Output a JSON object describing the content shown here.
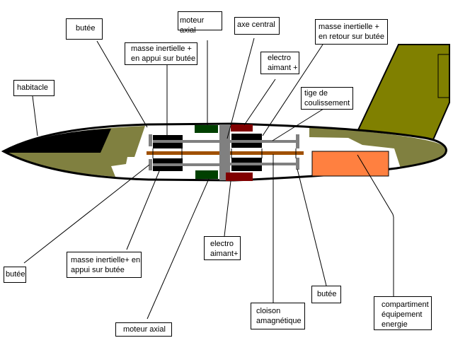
{
  "title": "Schéma de propulsion inertielle — vue en coupe",
  "colors": {
    "hull_outline": "#000000",
    "cockpit": "#000000",
    "hull_fill": "#808040",
    "tail_fin": "#808000",
    "axial_motor": "#004000",
    "electromagnet": "#800000",
    "inertial_mass": "#000000",
    "slide_rod": "#808080",
    "central_axis": "#a05000",
    "partition": "#808080",
    "stop": "#808080",
    "energy_compartment": "#ff8040"
  },
  "labels": {
    "habitacle": "habitacle",
    "butee_top": "butée",
    "masse_appui_top": "masse inertielle +\nen appui sur butée",
    "moteur_axial_top": "moteur axial",
    "axe_central": "axe central",
    "electro_aimant_top": "electro\naimant +",
    "masse_retour": "masse inertielle +\nen retour sur butée",
    "tige_coulissement": "tige de\ncoulissement",
    "butee_bottom_left": "butée",
    "masse_appui_bottom": "masse inertielle+ en\nappui sur butée",
    "electro_aimant_bottom": "electro\naimant+",
    "moteur_axial_bottom": "moteur axial",
    "cloison": "cloison\namagnétique",
    "butee_bottom_right": "butée",
    "compartiment": "compartiment\néquipement\nenergie"
  }
}
